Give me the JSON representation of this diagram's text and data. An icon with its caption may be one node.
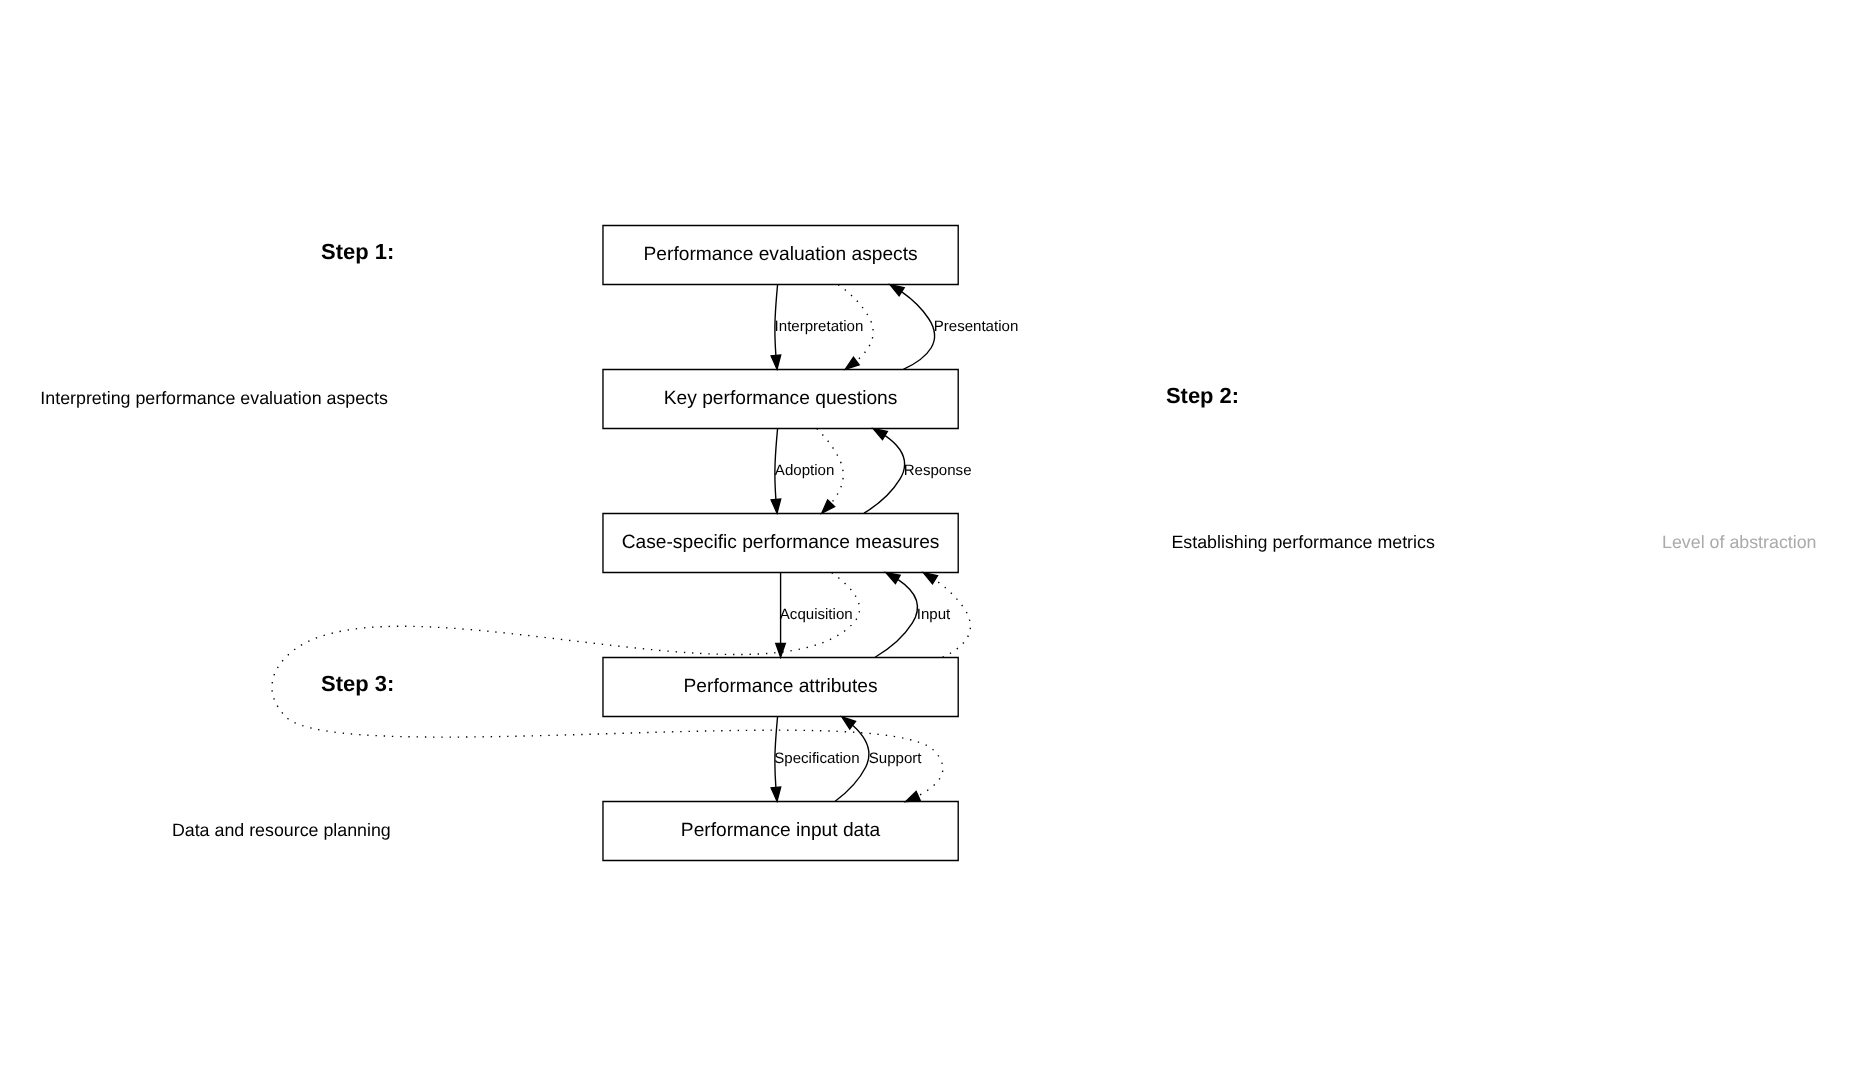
{
  "diagram": {
    "nodes": [
      {
        "text": [
          "Performance evaluation aspects"
        ]
      },
      {
        "text": [
          "Key performance questions"
        ]
      },
      {
        "text": [
          "Case-specific performance measures"
        ]
      },
      {
        "text": [
          "Performance attributes"
        ]
      },
      {
        "text": [
          "Performance input data"
        ]
      }
    ],
    "edges": [
      {
        "from": 0,
        "to": 1,
        "arrow": "to",
        "label": "Interpretation"
      },
      {
        "from": 1,
        "to": 0,
        "arrow": "to",
        "label": "Presentation"
      },
      {
        "from": 1,
        "to": 2,
        "arrow": "to",
        "label": "Adoption"
      },
      {
        "from": 2,
        "to": 1,
        "arrow": "to",
        "label": "Response"
      },
      {
        "from": 2,
        "to": 3,
        "arrow": "to",
        "label": "Acquisition"
      },
      {
        "from": 3,
        "to": 2,
        "arrow": "to",
        "label": "Input"
      },
      {
        "from": 3,
        "to": 4,
        "arrow": "to",
        "label": "Specification"
      },
      {
        "from": 4,
        "to": 3,
        "arrow": "to",
        "label": "Support"
      },
      {
        "from": 0,
        "to": 1,
        "arrow": "to",
        "style": "dashed"
      },
      {
        "from": 1,
        "to": 2,
        "arrow": "to",
        "style": "dashed"
      },
      {
        "from": 3,
        "to": 2,
        "arrow": "to",
        "style": "dashed"
      },
      {
        "from": 2,
        "to": 4,
        "arrow": "to",
        "style": "dashed"
      }
    ],
    "labels": [
      "Step 1:",
      "Interpreting performance evaluation aspects",
      "Step 2:",
      "Establishing performance metrics",
      "Step 3:",
      "Data and resource planning",
      "Level of abstraction"
    ]
  }
}
